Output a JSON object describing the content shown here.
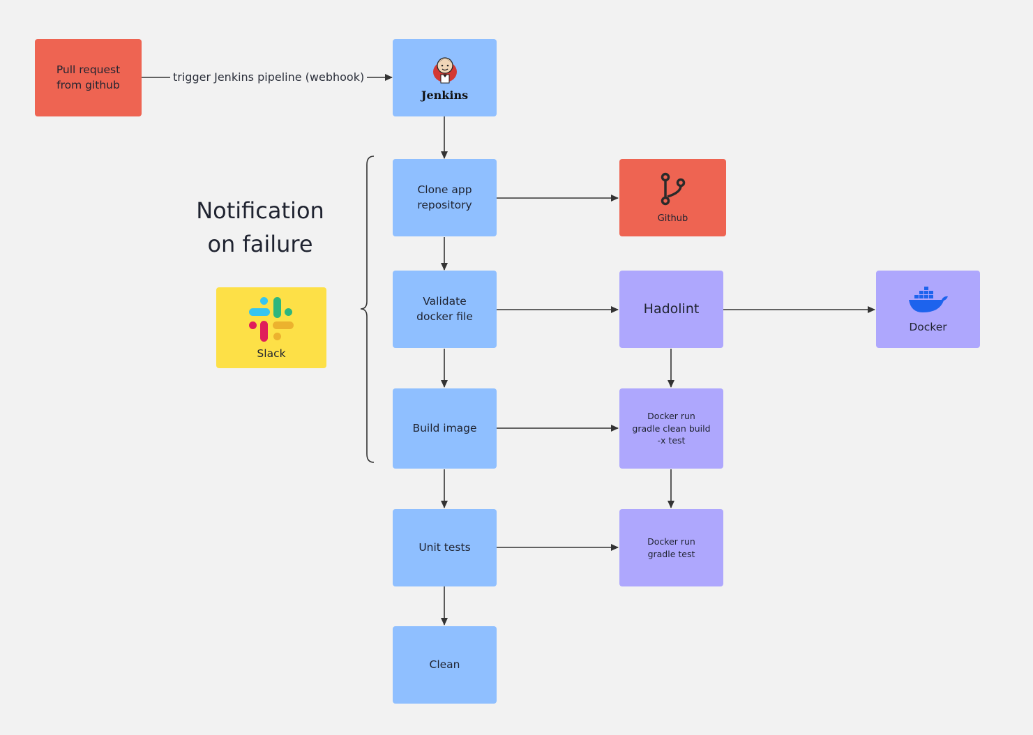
{
  "nodes": {
    "pull_request": {
      "label": "Pull request\nfrom github"
    },
    "jenkins": {
      "label": "Jenkins"
    },
    "clone": {
      "label": "Clone app\nrepository"
    },
    "github": {
      "label": "Github"
    },
    "validate": {
      "label": "Validate\ndocker file"
    },
    "hadolint": {
      "label": "Hadolint"
    },
    "docker": {
      "label": "Docker"
    },
    "build": {
      "label": "Build image"
    },
    "docker_build": {
      "label": "Docker run\ngradle clean build\n-x test"
    },
    "unit_tests": {
      "label": "Unit tests"
    },
    "docker_test": {
      "label": "Docker run\ngradle  test"
    },
    "clean": {
      "label": "Clean"
    },
    "slack": {
      "label": "Slack"
    }
  },
  "edges": {
    "trigger_label": "trigger Jenkins pipeline (webhook)"
  },
  "annotation": {
    "title": "Notification\non failure"
  },
  "colors": {
    "background": "#f2f2f2",
    "red": "#ee6452",
    "blue": "#8fbfff",
    "purple": "#aea7fd",
    "yellow": "#fde047",
    "arrow": "#333333"
  },
  "icons": {
    "jenkins": "jenkins-butler-icon",
    "github": "git-branch-icon",
    "docker": "docker-whale-icon",
    "slack": "slack-logo-icon"
  }
}
